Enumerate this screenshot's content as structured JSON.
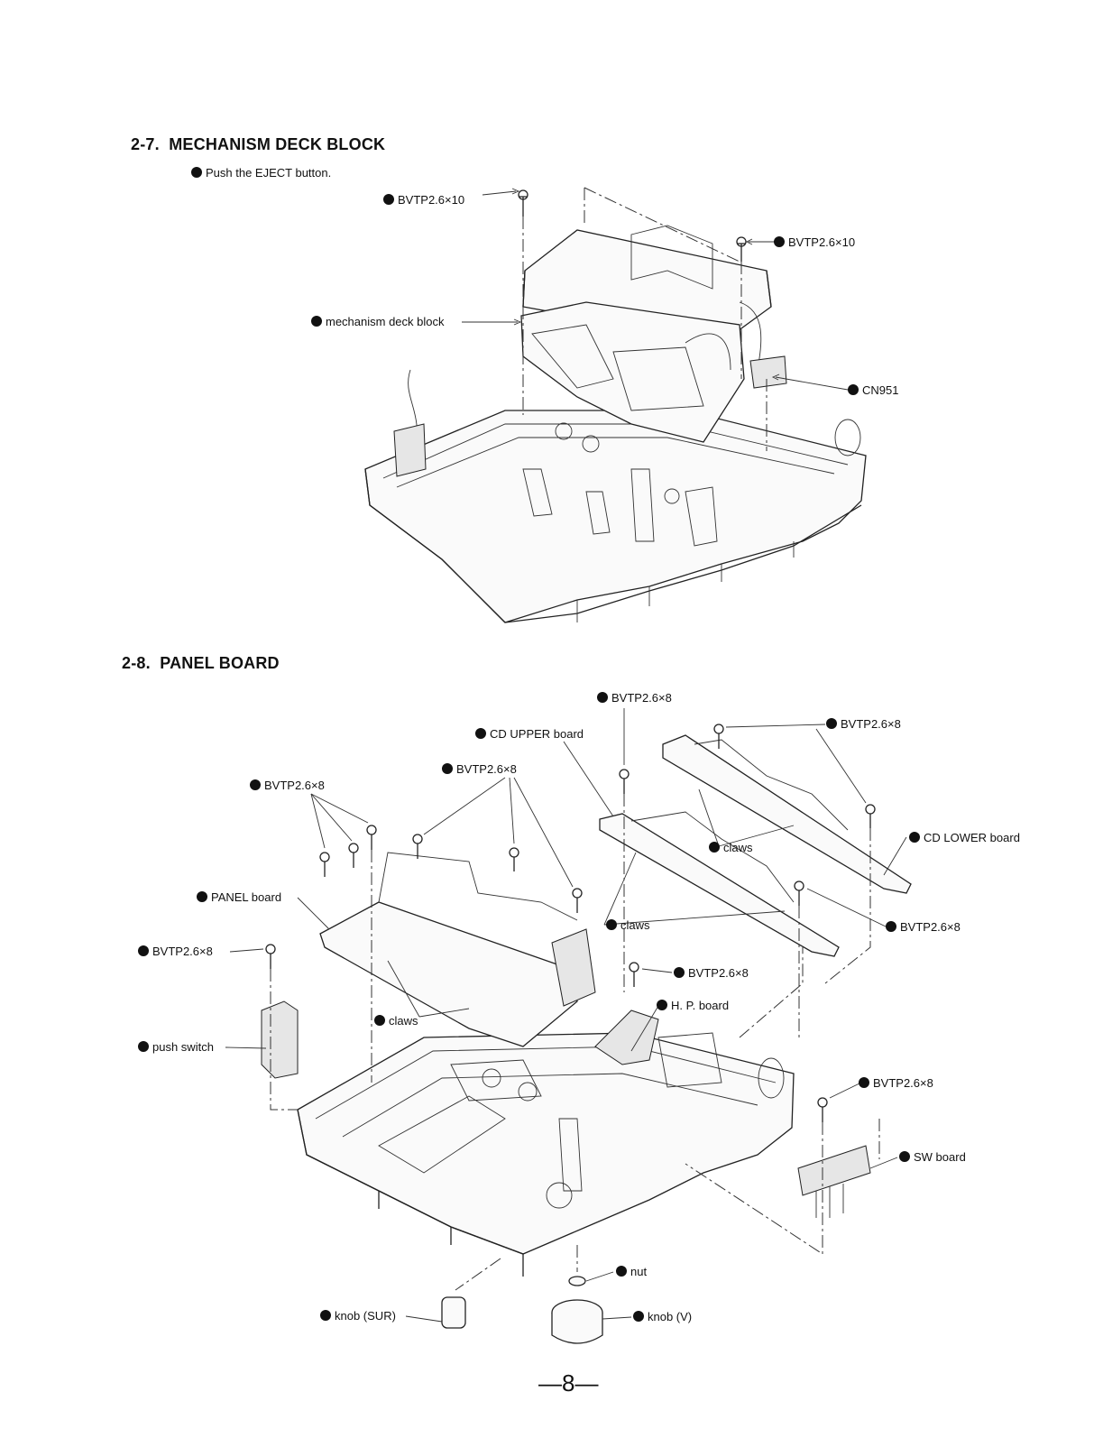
{
  "section_1": {
    "title": "2-7.  MECHANISM DECK BLOCK",
    "note": "Push the EJECT button.",
    "callouts": {
      "screw_left": "BVTP2.6×10",
      "screw_right": "BVTP2.6×10",
      "deck_block": "mechanism deck block",
      "connector": "CN951"
    }
  },
  "section_2": {
    "title": "2-8.  PANEL BOARD",
    "callouts": {
      "screw_top": "BVTP2.6×8",
      "cd_upper": "CD UPPER board",
      "screw_top_right": "BVTP2.6×8",
      "screw_center": "BVTP2.6×8",
      "screw_left": "BVTP2.6×8",
      "claws_right": "claws",
      "cd_lower": "CD LOWER board",
      "panel_board": "PANEL board",
      "claws_mid": "claws",
      "screw_cd_lower": "BVTP2.6×8",
      "screw_push": "BVTP2.6×8",
      "screw_hp": "BVTP2.6×8",
      "hp_board": "H. P. board",
      "claws_left": "claws",
      "push_switch": "push switch",
      "screw_sw": "BVTP2.6×8",
      "sw_board": "SW board",
      "nut": "nut",
      "knob_sur": "knob (SUR)",
      "knob_v": "knob (V)"
    }
  },
  "page_number": "—8—"
}
